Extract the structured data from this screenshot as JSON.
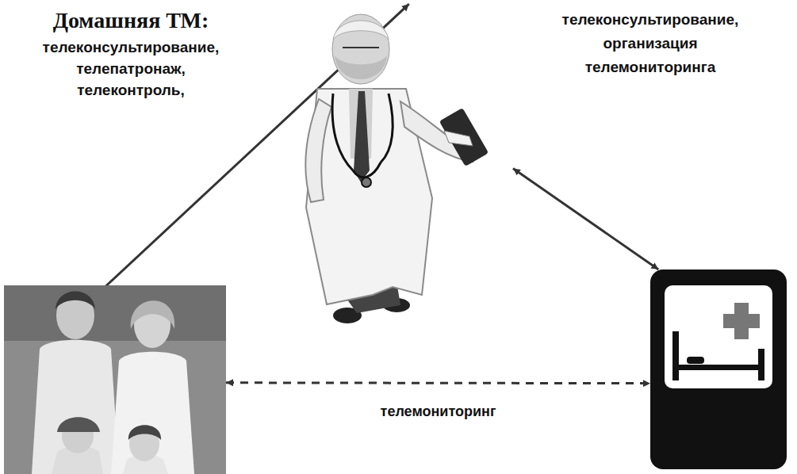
{
  "diagram": {
    "nodes": [
      {
        "text": []
      },
      {
        "text": []
      },
      {
        "text": []
      }
    ],
    "edges": [
      {
        "from": 1,
        "to": 0,
        "arrow": "both"
      },
      {
        "from": 0,
        "to": 2,
        "arrow": "both"
      },
      {
        "from": 1,
        "to": 2,
        "arrow": "both",
        "label": "телемониторинг"
      }
    ],
    "labels": [
      "Домашняя ТМ:",
      "телеконсультирование, телепатронаж, телеконтроль,",
      "телеконсультирование, организация телемониторинга"
    ]
  }
}
